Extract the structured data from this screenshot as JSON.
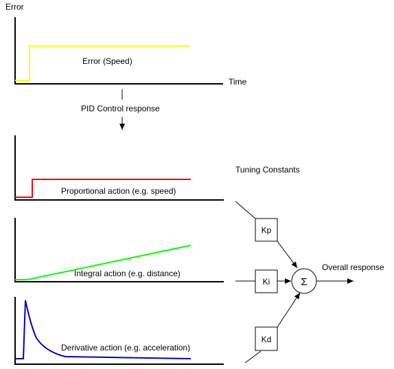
{
  "labels": {
    "error_axis": "Error",
    "time_axis": "Time",
    "error_speed": "Error (Speed)",
    "pid_response": "PID Control response",
    "proportional": "Proportional action (e.g. speed)",
    "integral": "Integral action (e.g. distance)",
    "derivative": "Derivative action (e.g. acceleration)",
    "tuning_constants": "Tuning Constants",
    "overall_response": "Overall response"
  },
  "gains": {
    "kp": "Kp",
    "ki": "Ki",
    "kd": "Kd"
  },
  "sum_symbol": "Σ",
  "colors": {
    "error_signal": "#ffff00",
    "proportional": "#ff0000",
    "integral": "#00ff00",
    "derivative": "#0000cc",
    "axes": "#000000"
  }
}
